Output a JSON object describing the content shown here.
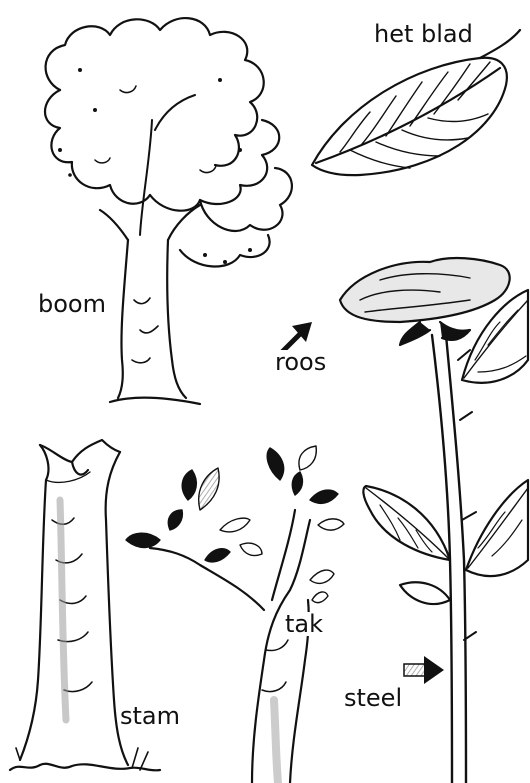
{
  "labels": {
    "het_blad": "het blad",
    "boom": "boom",
    "roos": "roos",
    "stam": "stam",
    "tak": "tak",
    "steel": "steel"
  },
  "colors": {
    "ink": "#111111",
    "shade": "#9a9a9a",
    "paper": "#ffffff"
  }
}
